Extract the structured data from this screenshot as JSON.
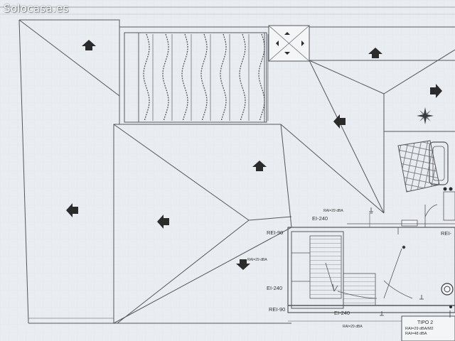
{
  "watermark": {
    "text": "Solocasa.es"
  },
  "colors": {
    "background": "#e9ecf1",
    "line": "#55575c",
    "arrow": "#2b2b2b",
    "watermark": "#ffffff"
  },
  "labels": {
    "rei90_top": "REI-90",
    "ei240_top": "EI-240",
    "ei240_mid": "EI-240",
    "rei90_bottom": "REI-90",
    "ei240_bottom": "EI-240",
    "rei90_right": "REI-",
    "rai_top": "RAI=29 dBA",
    "rai_left": "RAI=29 dBA",
    "rai_bottom": "RAI=29 dBA",
    "tipo_title": "TIPO 2",
    "tipo_line1": "RAI=29 dBA/M2",
    "tipo_line2": "RAI=48 dBA"
  },
  "icons": [
    "slope-arrow-up-icon",
    "slope-arrow-left-icon",
    "slope-arrow-right-icon",
    "slope-arrow-down-icon",
    "skylight-vent-icon",
    "compass-star-icon",
    "solar-panel-icon",
    "lamp-icon"
  ]
}
